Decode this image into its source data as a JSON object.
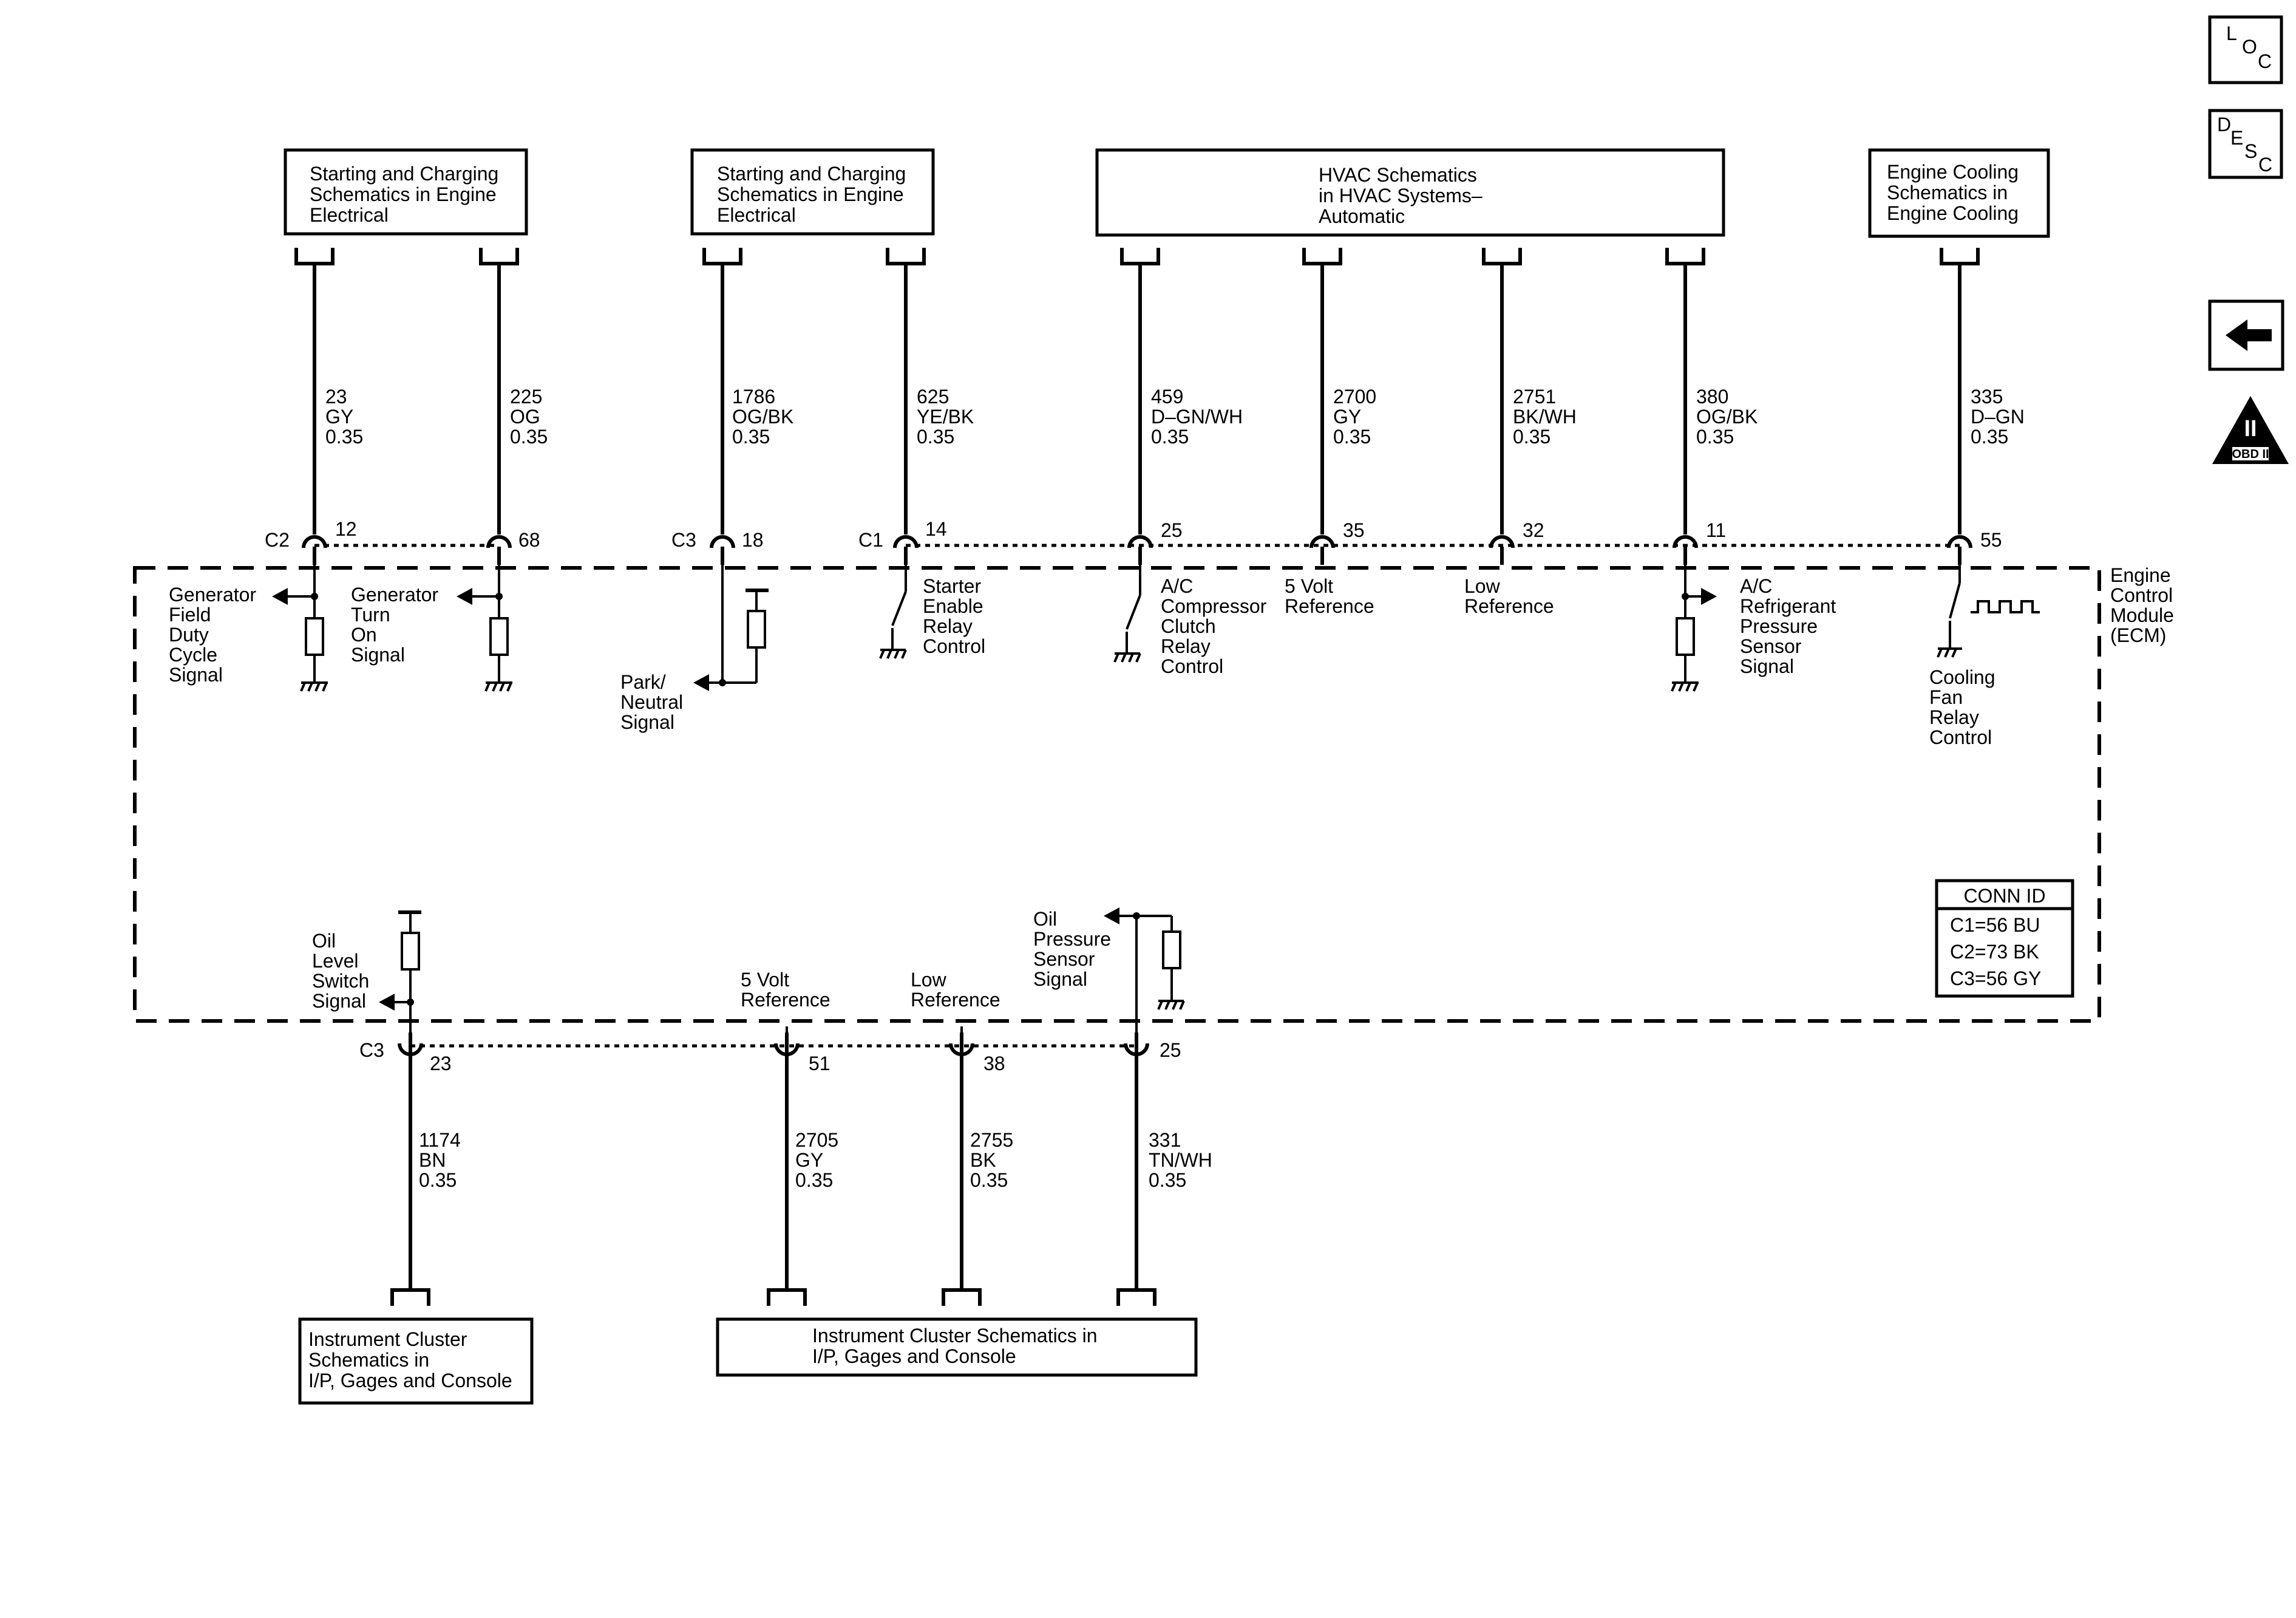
{
  "nav": {
    "loc": {
      "l": "L",
      "o": "O",
      "c": "C"
    },
    "desc": {
      "d": "D",
      "e": "E",
      "s": "S",
      "c": "C"
    },
    "obd": {
      "numeral": "II",
      "label": "OBD II"
    }
  },
  "boxes": {
    "sc1": [
      "Starting and Charging",
      "Schematics in Engine",
      "Electrical"
    ],
    "sc2": [
      "Starting and Charging",
      "Schematics in Engine",
      "Electrical"
    ],
    "hvac": [
      "HVAC Schematics",
      "in HVAC Systems–",
      "Automatic"
    ],
    "cool": [
      "Engine Cooling",
      "Schematics in",
      "Engine Cooling"
    ],
    "ic1": [
      "Instrument Cluster",
      "Schematics in",
      "I/P, Gages and Console"
    ],
    "ic2": [
      "Instrument Cluster Schematics in",
      "I/P, Gages and Console"
    ]
  },
  "module": {
    "label": [
      "Engine",
      "Control",
      "Module",
      "(ECM)"
    ]
  },
  "conn": {
    "title": "CONN ID",
    "c1": "C1=56 BU",
    "c2": "C2=73 BK",
    "c3": "C3=56 GY"
  },
  "connectors": {
    "c2": "C2",
    "c3_top": "C3",
    "c1": "C1",
    "c3_bottom": "C3"
  },
  "top_wires": [
    {
      "circuit": "23",
      "color": "GY",
      "gauge": "0.35",
      "pin": "12"
    },
    {
      "circuit": "225",
      "color": "OG",
      "gauge": "0.35",
      "pin": "68"
    },
    {
      "circuit": "1786",
      "color": "OG/BK",
      "gauge": "0.35",
      "pin": "18"
    },
    {
      "circuit": "625",
      "color": "YE/BK",
      "gauge": "0.35",
      "pin": "14"
    },
    {
      "circuit": "459",
      "color": "D–GN/WH",
      "gauge": "0.35",
      "pin": "25"
    },
    {
      "circuit": "2700",
      "color": "GY",
      "gauge": "0.35",
      "pin": "35"
    },
    {
      "circuit": "2751",
      "color": "BK/WH",
      "gauge": "0.35",
      "pin": "32"
    },
    {
      "circuit": "380",
      "color": "OG/BK",
      "gauge": "0.35",
      "pin": "11"
    },
    {
      "circuit": "335",
      "color": "D–GN",
      "gauge": "0.35",
      "pin": "55"
    }
  ],
  "bottom_wires": [
    {
      "circuit": "1174",
      "color": "BN",
      "gauge": "0.35",
      "pin": "23"
    },
    {
      "circuit": "2705",
      "color": "GY",
      "gauge": "0.35",
      "pin": "51"
    },
    {
      "circuit": "2755",
      "color": "BK",
      "gauge": "0.35",
      "pin": "38"
    },
    {
      "circuit": "331",
      "color": "TN/WH",
      "gauge": "0.35",
      "pin": "25"
    }
  ],
  "signals": {
    "gen_field": [
      "Generator",
      "Field",
      "Duty",
      "Cycle",
      "Signal"
    ],
    "gen_turn": [
      "Generator",
      "Turn",
      "On",
      "Signal"
    ],
    "park": [
      "Park/",
      "Neutral",
      "Signal"
    ],
    "starter": [
      "Starter",
      "Enable",
      "Relay",
      "Control"
    ],
    "ac_clutch": [
      "A/C",
      "Compressor",
      "Clutch",
      "Relay",
      "Control"
    ],
    "five_v": [
      "5 Volt",
      "Reference"
    ],
    "low_ref": [
      "Low",
      "Reference"
    ],
    "ac_press": [
      "A/C",
      "Refrigerant",
      "Pressure",
      "Sensor",
      "Signal"
    ],
    "fan": [
      "Cooling",
      "Fan",
      "Relay",
      "Control"
    ],
    "oil_level": [
      "Oil",
      "Level",
      "Switch",
      "Signal"
    ],
    "five_v_b": [
      "5 Volt",
      "Reference"
    ],
    "low_ref_b": [
      "Low",
      "Reference"
    ],
    "oil_press": [
      "Oil",
      "Pressure",
      "Sensor",
      "Signal"
    ]
  }
}
